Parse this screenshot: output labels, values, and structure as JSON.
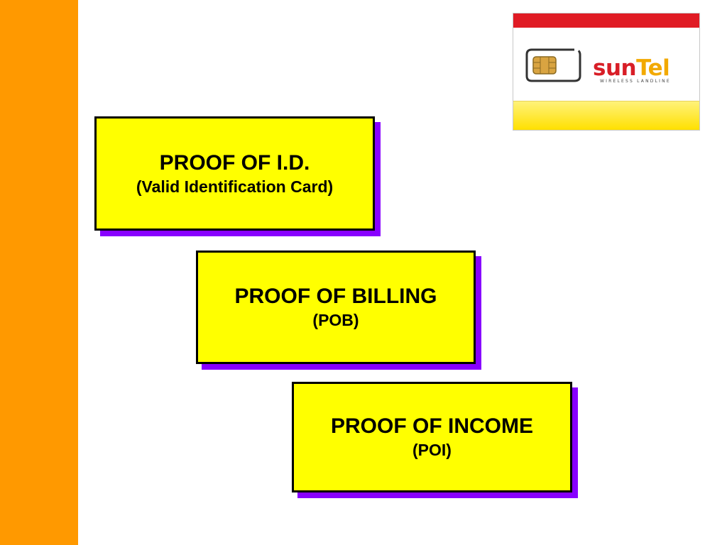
{
  "logo": {
    "brand_part1": "sun",
    "brand_part2": "Tel",
    "tagline": "WIRELESS LANDLINE",
    "icon": "sim-card-icon",
    "colors": {
      "red": "#e01b24",
      "yellow": "#ffe000",
      "brand_orange": "#f2a900"
    }
  },
  "requirements": [
    {
      "title": "PROOF OF I.D.",
      "subtitle": "(Valid Identification Card)"
    },
    {
      "title": "PROOF OF BILLING",
      "subtitle": "(POB)"
    },
    {
      "title": "PROOF OF INCOME",
      "subtitle": "(POI)"
    }
  ],
  "colors": {
    "sidebar": "#ff9900",
    "box_fill": "#ffff00",
    "box_shadow": "#8800ff",
    "box_border": "#000000"
  }
}
